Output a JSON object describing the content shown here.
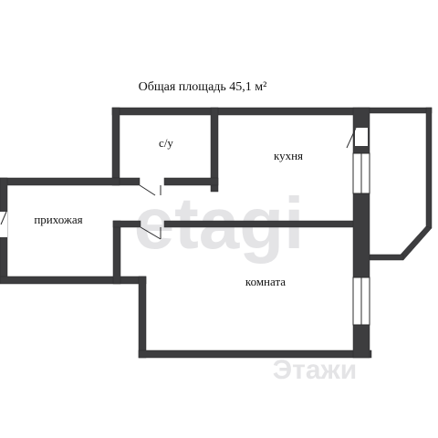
{
  "title": "Общая площадь 45,1 м²",
  "rooms": {
    "bathroom": "с/у",
    "kitchen": "кухня",
    "hallway": "прихожая",
    "living_room": "комната"
  },
  "watermark": {
    "brand": "etagi",
    "lower": "Этажи"
  },
  "colors": {
    "wall": "#3d3d3f",
    "wall_stroke": "#2c2c2e",
    "background": "#ffffff",
    "window": "#ffffff",
    "watermark": "#e4e4e6"
  }
}
